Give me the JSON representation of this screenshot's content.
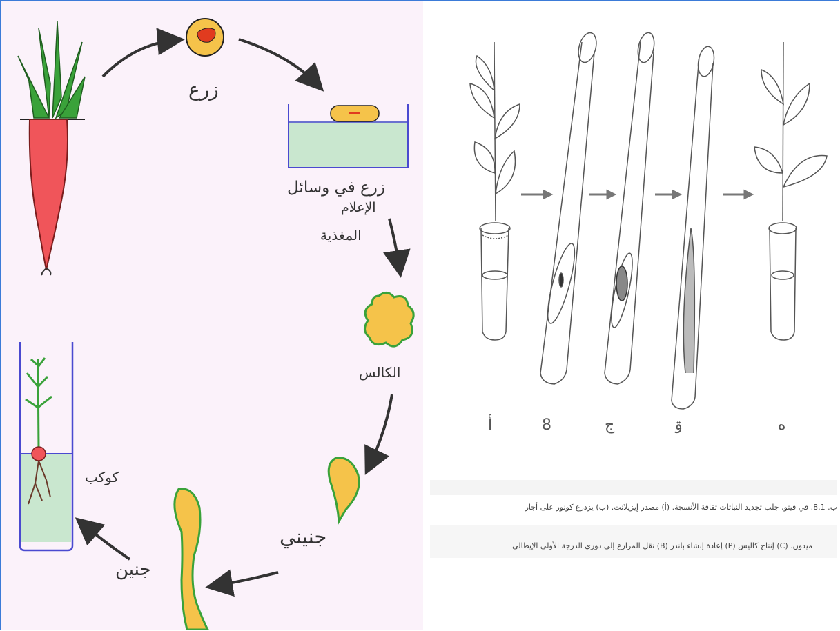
{
  "left_diagram": {
    "labels": {
      "seed": "زرع",
      "culture_media": "زرع في وسائل",
      "culture_media_2": "الإعلام",
      "nutrient": "المغذية",
      "callus": "الكالس",
      "embryo_1": "جنيني",
      "embryo_2": "جنين",
      "planet": "كوكب"
    },
    "colors": {
      "background": "#fbf2fa",
      "carrot": "#f0555a",
      "leaves": "#3aa23a",
      "callus": "#f5c34a",
      "medium": "#c9e7cf",
      "arrow": "#333333"
    }
  },
  "right_diagram": {
    "stage_letters": [
      "أ",
      "8",
      "ج",
      "ۊ",
      "ه"
    ],
    "caption_line1": "ب. 8.1. في فيتو، جلب تجديد النباتات ثقافة الأنسجة. (أ) مصدر إيزيلانت. (ب) يزدرع كونور على أجار",
    "caption_line2": "ميدون. (C) إنتاج كاليس (P) إعادة إنشاء باندر (B) نقل المزارع إلى دوري الدرجة الأولى الإيطالي"
  }
}
